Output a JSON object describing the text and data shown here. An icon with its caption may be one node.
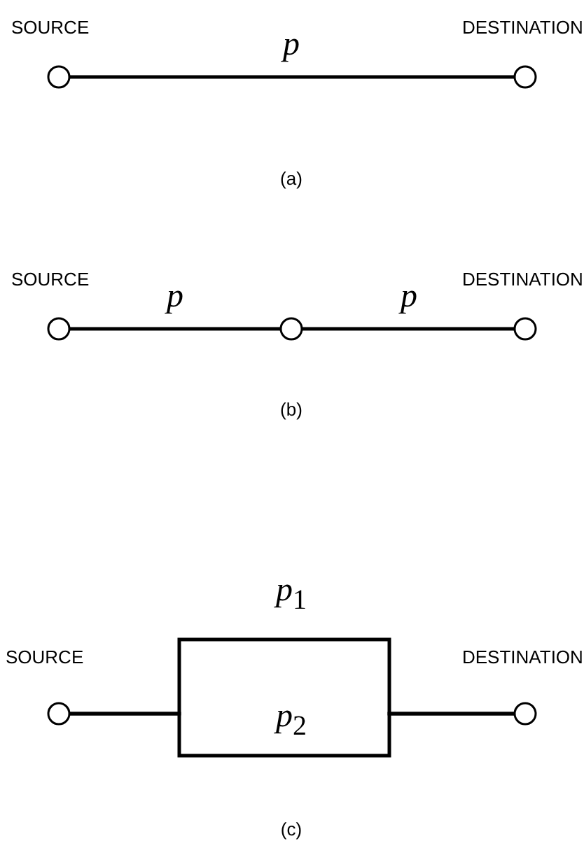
{
  "diagram": {
    "nodes": [
      {
        "text": [
          "SOURCE"
        ]
      },
      {
        "text": [
          "DESTINATION"
        ]
      },
      {
        "text": [
          "SOURCE"
        ]
      },
      {
        "text": [],
        "shape": "circle"
      },
      {
        "text": [
          "DESTINATION"
        ]
      },
      {
        "text": [
          "SOURCE"
        ]
      },
      {
        "text": [
          "DESTINATION"
        ]
      }
    ],
    "edges": [
      {
        "from": 0,
        "to": 1,
        "arrow": "none",
        "label": "p"
      },
      {
        "from": 2,
        "to": 3,
        "arrow": "none",
        "label": "p"
      },
      {
        "from": 3,
        "to": 4,
        "arrow": "none",
        "label": "p"
      },
      {
        "from": 5,
        "to": 6,
        "arrow": "none",
        "label": "*p*$_{1}$"
      },
      {
        "from": 5,
        "to": 6,
        "arrow": "none",
        "label": "*p*$_{2}$"
      }
    ],
    "labels": [
      "(a)",
      "(b)",
      "(c)"
    ]
  }
}
